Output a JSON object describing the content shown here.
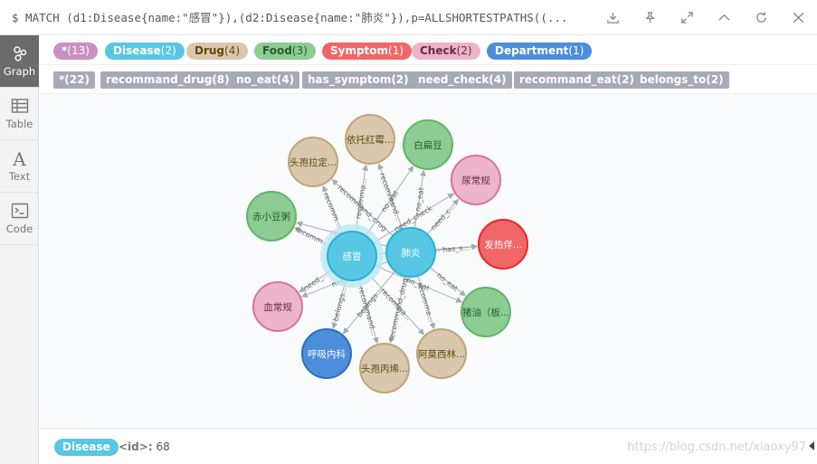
{
  "query": "$ MATCH (d1:Disease{name:\"感冒\"}),(d2:Disease{name:\"肺炎\"}),p=ALLSHORTESTPATHS((...",
  "toolbar": {
    "icons": [
      "download-icon",
      "pin-icon",
      "expand-icon",
      "chevron-up-icon",
      "refresh-icon",
      "close-icon"
    ]
  },
  "sidebar": {
    "items": [
      {
        "label": "Graph",
        "icon": "graph-icon",
        "active": true
      },
      {
        "label": "Table",
        "icon": "table-icon",
        "active": false
      },
      {
        "label": "Text",
        "icon": "text-icon",
        "glyph": "A",
        "active": false
      },
      {
        "label": "Code",
        "icon": "code-icon",
        "active": false
      }
    ]
  },
  "node_labels": [
    {
      "name": "*",
      "count": "(13)",
      "bg": "#c990c0",
      "fg": "#ffffff"
    },
    {
      "name": "Disease",
      "count": "(2)",
      "bg": "#57c7e3",
      "fg": "#ffffff"
    },
    {
      "name": "Drug",
      "count": "(4)",
      "bg": "#d9c8ae",
      "fg": "#604a0e"
    },
    {
      "name": "Food",
      "count": "(3)",
      "bg": "#8dcc93",
      "fg": "#2a5b30"
    },
    {
      "name": "Symptom",
      "count": "(1)",
      "bg": "#f16667",
      "fg": "#ffffff"
    },
    {
      "name": "Check",
      "count": "(2)",
      "bg": "#ecb5c9",
      "fg": "#6b2a42"
    },
    {
      "name": "Department",
      "count": "(1)",
      "bg": "#4c8eda",
      "fg": "#ffffff"
    }
  ],
  "rel_types": [
    "*(22)",
    "recommand_drug(8)",
    "no_eat(4)",
    "has_symptom(2)",
    "need_check(4)",
    "recommand_eat(2)",
    "belongs_to(2)"
  ],
  "graph": {
    "nodes": [
      {
        "id": "ganmao",
        "label": "感冒",
        "type": "Disease",
        "selected": true
      },
      {
        "id": "feiyan",
        "label": "肺炎",
        "type": "Disease"
      },
      {
        "id": "n1",
        "label": "头孢拉定...",
        "type": "Drug"
      },
      {
        "id": "n2",
        "label": "依托红霉...",
        "type": "Drug"
      },
      {
        "id": "n3",
        "label": "白扁豆",
        "type": "Food"
      },
      {
        "id": "n4",
        "label": "尿常规",
        "type": "Check"
      },
      {
        "id": "n5",
        "label": "发热伴...",
        "type": "Symptom"
      },
      {
        "id": "n6",
        "label": "赤小豆粥",
        "type": "Food"
      },
      {
        "id": "n7",
        "label": "血常规",
        "type": "Check"
      },
      {
        "id": "n8",
        "label": "猪油（板...",
        "type": "Food"
      },
      {
        "id": "n9",
        "label": "呼吸内科",
        "type": "Department"
      },
      {
        "id": "n10",
        "label": "头孢丙烯...",
        "type": "Drug"
      },
      {
        "id": "n11",
        "label": "阿莫西林...",
        "type": "Drug"
      }
    ],
    "edges": [
      {
        "from": "ganmao",
        "to": "n1",
        "label": "recomm..."
      },
      {
        "from": "feiyan",
        "to": "n1",
        "label": "recommand_drug"
      },
      {
        "from": "ganmao",
        "to": "n2",
        "label": "recomma..."
      },
      {
        "from": "feiyan",
        "to": "n2",
        "label": "recommand..."
      },
      {
        "from": "ganmao",
        "to": "n3",
        "label": "no_eat"
      },
      {
        "from": "feiyan",
        "to": "n3",
        "label": "no_eat"
      },
      {
        "from": "ganmao",
        "to": "n4",
        "label": "need_check"
      },
      {
        "from": "feiyan",
        "to": "n4",
        "label": "need_c..."
      },
      {
        "from": "ganmao",
        "to": "n5",
        "label": "has_s..."
      },
      {
        "from": "feiyan",
        "to": "n5",
        "label": "has_s..."
      },
      {
        "from": "ganmao",
        "to": "n6",
        "label": "recomm..."
      },
      {
        "from": "feiyan",
        "to": "n6",
        "label": "reco..."
      },
      {
        "from": "ganmao",
        "to": "n7",
        "label": "need_..."
      },
      {
        "from": "feiyan",
        "to": "n7",
        "label": "need_..."
      },
      {
        "from": "ganmao",
        "to": "n8",
        "label": "no_eat"
      },
      {
        "from": "feiyan",
        "to": "n8",
        "label": "no_eat"
      },
      {
        "from": "ganmao",
        "to": "n9",
        "label": "belongs..."
      },
      {
        "from": "feiyan",
        "to": "n9",
        "label": "belongs..."
      },
      {
        "from": "ganmao",
        "to": "n10",
        "label": "recommand..."
      },
      {
        "from": "feiyan",
        "to": "n10",
        "label": "recommand_drug"
      },
      {
        "from": "ganmao",
        "to": "n11",
        "label": "recomma..."
      },
      {
        "from": "feiyan",
        "to": "n11",
        "label": "recomma..."
      }
    ]
  },
  "type_colors": {
    "Disease": {
      "fill": "#57c7e3",
      "stroke": "#23b3d7",
      "text": "#ffffff"
    },
    "Drug": {
      "fill": "#d9c8ae",
      "stroke": "#c0a378",
      "text": "#604a0e"
    },
    "Food": {
      "fill": "#8dcc93",
      "stroke": "#5db665",
      "text": "#2a5b30"
    },
    "Symptom": {
      "fill": "#f16667",
      "stroke": "#eb2728",
      "text": "#ffffff"
    },
    "Check": {
      "fill": "#ecb5c9",
      "stroke": "#da7298",
      "text": "#6b2a42"
    },
    "Department": {
      "fill": "#4c8eda",
      "stroke": "#2870c2",
      "text": "#ffffff"
    }
  },
  "footer": {
    "label": "Disease",
    "prop_key": "<id>:",
    "prop_value": "68",
    "watermark": "https://blog.csdn.net/xiaoxy97"
  }
}
